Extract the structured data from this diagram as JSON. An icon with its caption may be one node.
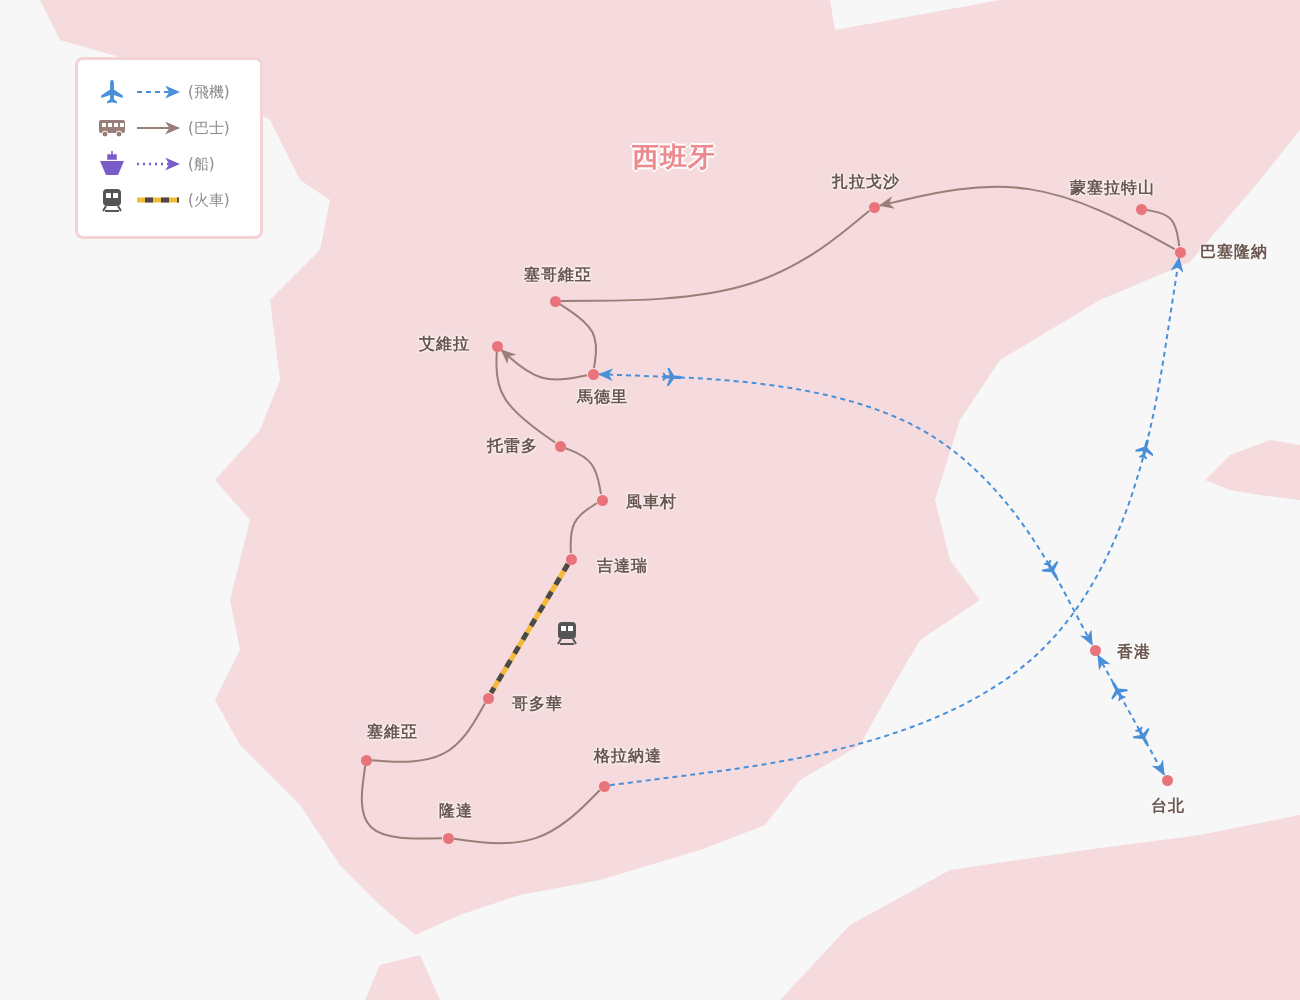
{
  "diagram": {
    "nodes": [
      {
        "text": [],
        "shape": "circle",
        "beside": [
          "扎拉戈沙"
        ]
      },
      {
        "text": [],
        "shape": "circle",
        "beside": [
          "蒙塞拉特山"
        ]
      },
      {
        "text": [],
        "shape": "circle",
        "beside": [
          "巴塞隆納"
        ]
      },
      {
        "text": [],
        "shape": "circle",
        "beside": [
          "塞哥維亞"
        ]
      },
      {
        "text": [],
        "shape": "circle",
        "beside": [
          "艾維拉"
        ]
      },
      {
        "text": [],
        "shape": "circle",
        "beside": [
          "馬德里"
        ]
      },
      {
        "text": [],
        "shape": "circle",
        "beside": [
          "托雷多"
        ]
      },
      {
        "text": [],
        "shape": "circle",
        "beside": [
          "風車村"
        ]
      },
      {
        "text": [],
        "shape": "circle",
        "beside": [
          "吉達瑞"
        ]
      },
      {
        "text": [],
        "shape": "circle",
        "beside": [
          "哥多華"
        ]
      },
      {
        "text": [],
        "shape": "circle",
        "beside": [
          "塞維亞"
        ]
      },
      {
        "text": [],
        "shape": "circle",
        "beside": [
          "隆達"
        ]
      },
      {
        "text": [],
        "shape": "circle",
        "beside": [
          "格拉納達"
        ]
      },
      {
        "text": [],
        "shape": "circle",
        "beside": [
          "香港"
        ]
      },
      {
        "text": [],
        "shape": "circle",
        "beside": [
          "台北"
        ]
      }
    ],
    "edges": [
      {
        "from": 2,
        "to": 0,
        "arrow": "to"
      },
      {
        "from": 1,
        "to": 2,
        "arrow": "none"
      },
      {
        "from": 0,
        "to": 3,
        "arrow": "none"
      },
      {
        "from": 3,
        "to": 5,
        "arrow": "none"
      },
      {
        "from": 5,
        "to": 4,
        "arrow": "to"
      },
      {
        "from": 4,
        "to": 6,
        "arrow": "none"
      },
      {
        "from": 6,
        "to": 7,
        "arrow": "none"
      },
      {
        "from": 7,
        "to": 8,
        "arrow": "none"
      },
      {
        "from": 8,
        "to": 9,
        "arrow": "none",
        "style": "thick",
        "color": "#f5b93a"
      },
      {
        "from": 9,
        "to": 10,
        "arrow": "none"
      },
      {
        "from": 10,
        "to": 11,
        "arrow": "none"
      },
      {
        "from": 11,
        "to": 12,
        "arrow": "none"
      },
      {
        "from": 12,
        "to": 2,
        "arrow": "to",
        "style": "dashed",
        "color": "#4a90d9"
      },
      {
        "from": 5,
        "to": 13,
        "arrow": "both",
        "style": "dashed",
        "color": "#4a90d9"
      },
      {
        "from": 13,
        "to": 14,
        "arrow": "both",
        "style": "dashed",
        "color": "#4a90d9"
      }
    ],
    "labels": [
      "西班牙"
    ],
    "legend": [
      {
        "text": "(飛機)"
      },
      {
        "text": "(巴士)"
      },
      {
        "text": "(船)"
      },
      {
        "text": "(火車)"
      }
    ]
  }
}
